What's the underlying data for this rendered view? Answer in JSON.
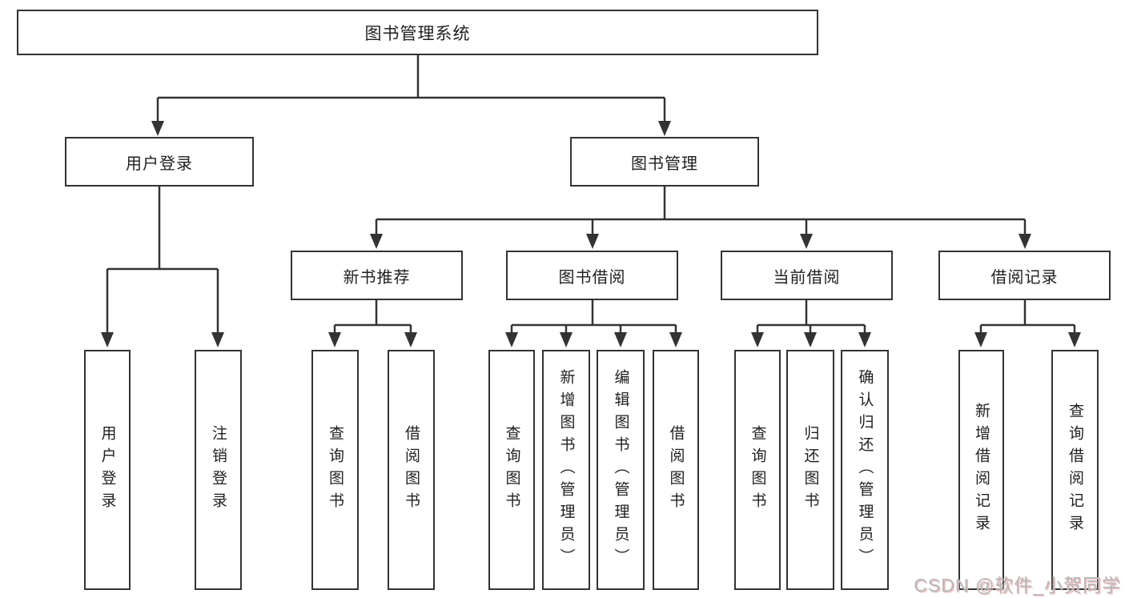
{
  "tree": {
    "label": "图书管理系统",
    "children": [
      {
        "label": "用户登录",
        "children": [
          {
            "label": "用户登录"
          },
          {
            "label": "注销登录"
          }
        ]
      },
      {
        "label": "图书管理",
        "children": [
          {
            "label": "新书推荐",
            "children": [
              {
                "label": "查询图书"
              },
              {
                "label": "借阅图书"
              }
            ]
          },
          {
            "label": "图书借阅",
            "children": [
              {
                "label": "查询图书"
              },
              {
                "label": "新增图书（管理员）"
              },
              {
                "label": "编辑图书（管理员）"
              },
              {
                "label": "借阅图书"
              }
            ]
          },
          {
            "label": "当前借阅",
            "children": [
              {
                "label": "查询图书"
              },
              {
                "label": "归还图书"
              },
              {
                "label": "确认归还（管理员）"
              }
            ]
          },
          {
            "label": "借阅记录",
            "children": [
              {
                "label": "新增借阅记录"
              },
              {
                "label": "查询借阅记录"
              }
            ]
          }
        ]
      }
    ]
  },
  "watermark": {
    "text": "CSDN @软件_小贺同学"
  },
  "colors": {
    "line": "#333333",
    "box_border": "#333333",
    "text": "#1f1f1f",
    "watermark": "#b7b7b7",
    "background": "#ffffff"
  }
}
